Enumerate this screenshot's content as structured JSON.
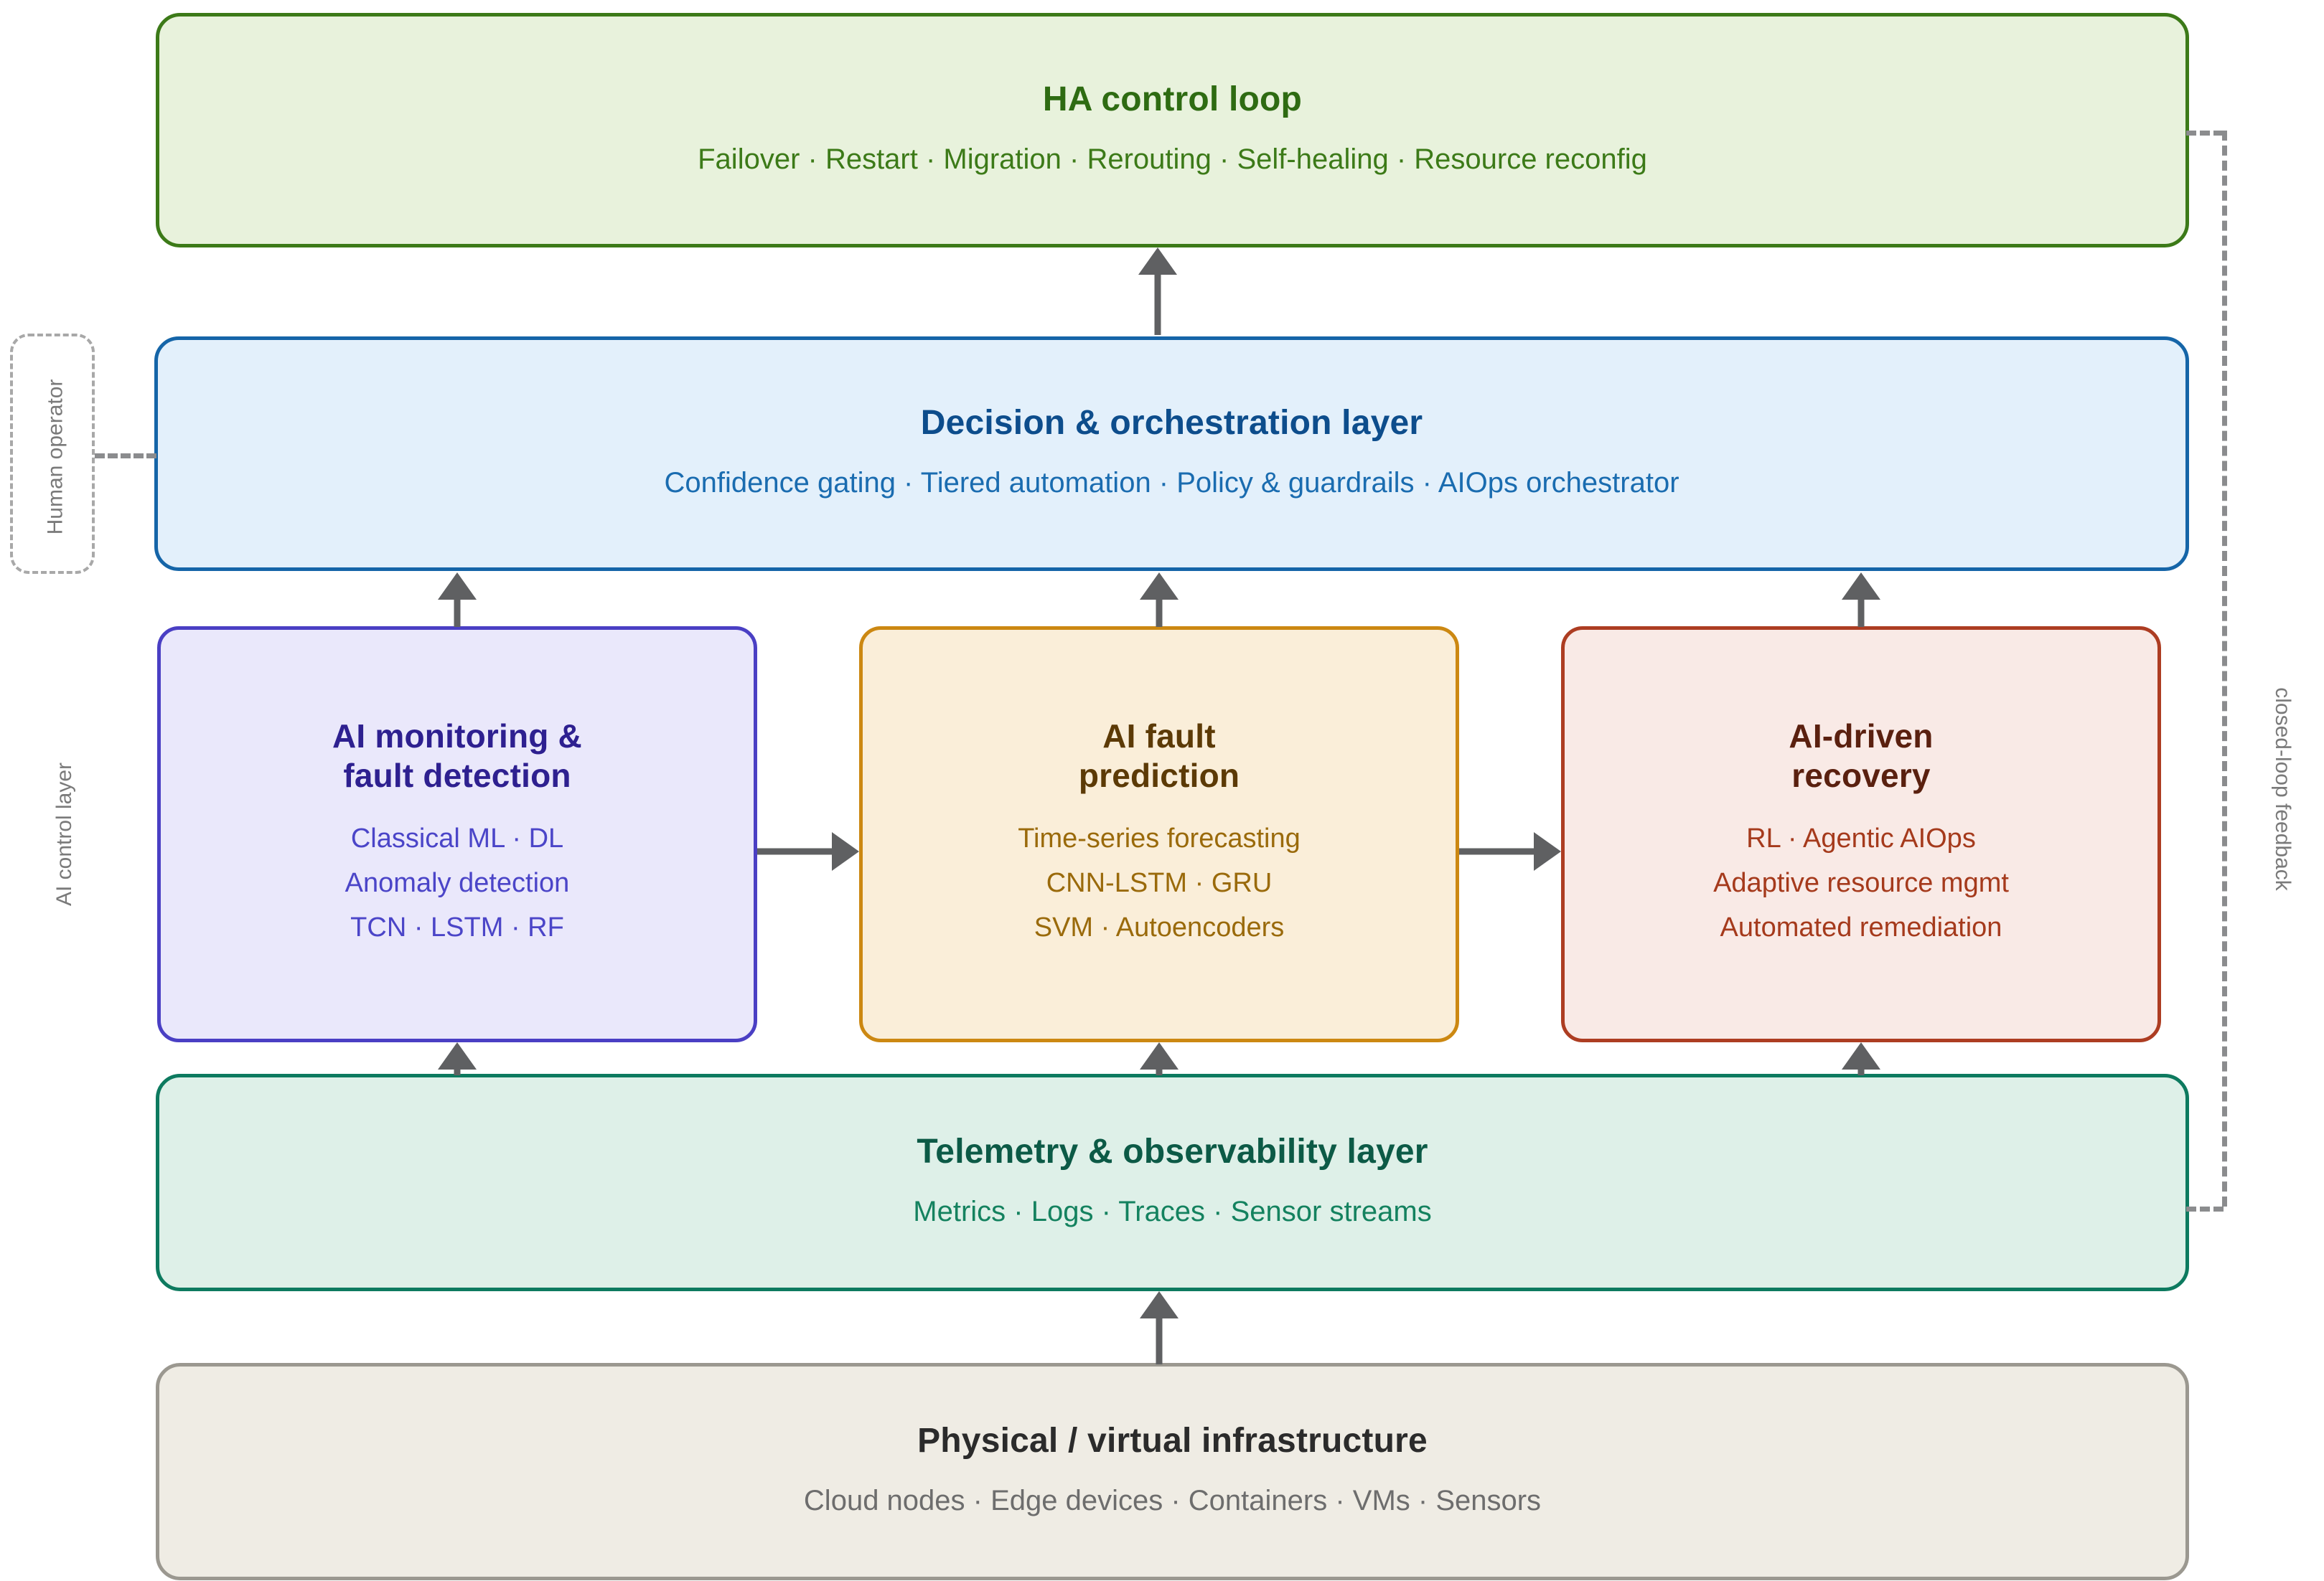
{
  "diagram": {
    "layers": {
      "ha_control_loop": {
        "title": "HA control loop",
        "subtitle": "Failover · Restart · Migration · Rerouting · Self-healing · Resource reconfig",
        "fill": "#e8f2dc",
        "stroke": "#3c7a18"
      },
      "decision_layer": {
        "title": "Decision & orchestration layer",
        "subtitle": "Confidence gating · Tiered automation · Policy & guardrails · AIOps orchestrator",
        "fill": "#e3f0fb",
        "stroke": "#1565a8"
      },
      "telemetry_layer": {
        "title": "Telemetry & observability layer",
        "subtitle": "Metrics · Logs · Traces · Sensor streams",
        "fill": "#def0e8",
        "stroke": "#0d7a5f"
      },
      "infrastructure_layer": {
        "title": "Physical / virtual infrastructure",
        "subtitle": "Cloud nodes · Edge devices · Containers · VMs · Sensors",
        "fill": "#efece4",
        "stroke": "#9b9890"
      }
    },
    "ai_blocks": [
      {
        "id": "monitoring",
        "title_line1": "AI monitoring &",
        "title_line2": "fault detection",
        "bullets": [
          "Classical ML · DL",
          "Anomaly detection",
          "TCN · LSTM · RF"
        ],
        "fill": "#eae8fb",
        "stroke": "#4a3fc4"
      },
      {
        "id": "prediction",
        "title_line1": "AI fault",
        "title_line2": "prediction",
        "bullets": [
          "Time-series forecasting",
          "CNN-LSTM · GRU",
          "SVM · Autoencoders"
        ],
        "fill": "#faeed9",
        "stroke": "#cc8812"
      },
      {
        "id": "recovery",
        "title_line1": "AI-driven",
        "title_line2": "recovery",
        "bullets": [
          "RL · Agentic AIOps",
          "Adaptive resource mgmt",
          "Automated remediation"
        ],
        "fill": "#f9eae6",
        "stroke": "#ad3d22"
      }
    ],
    "side_labels": {
      "human_operator": "Human operator",
      "ai_control_layer": "AI control layer",
      "closed_loop_feedback": "closed-loop feedback"
    },
    "colors": {
      "arrow": "#5f6062",
      "dashed": "#8b8c8e",
      "label_text": "#7a7a7a",
      "background": "#ffffff"
    }
  }
}
